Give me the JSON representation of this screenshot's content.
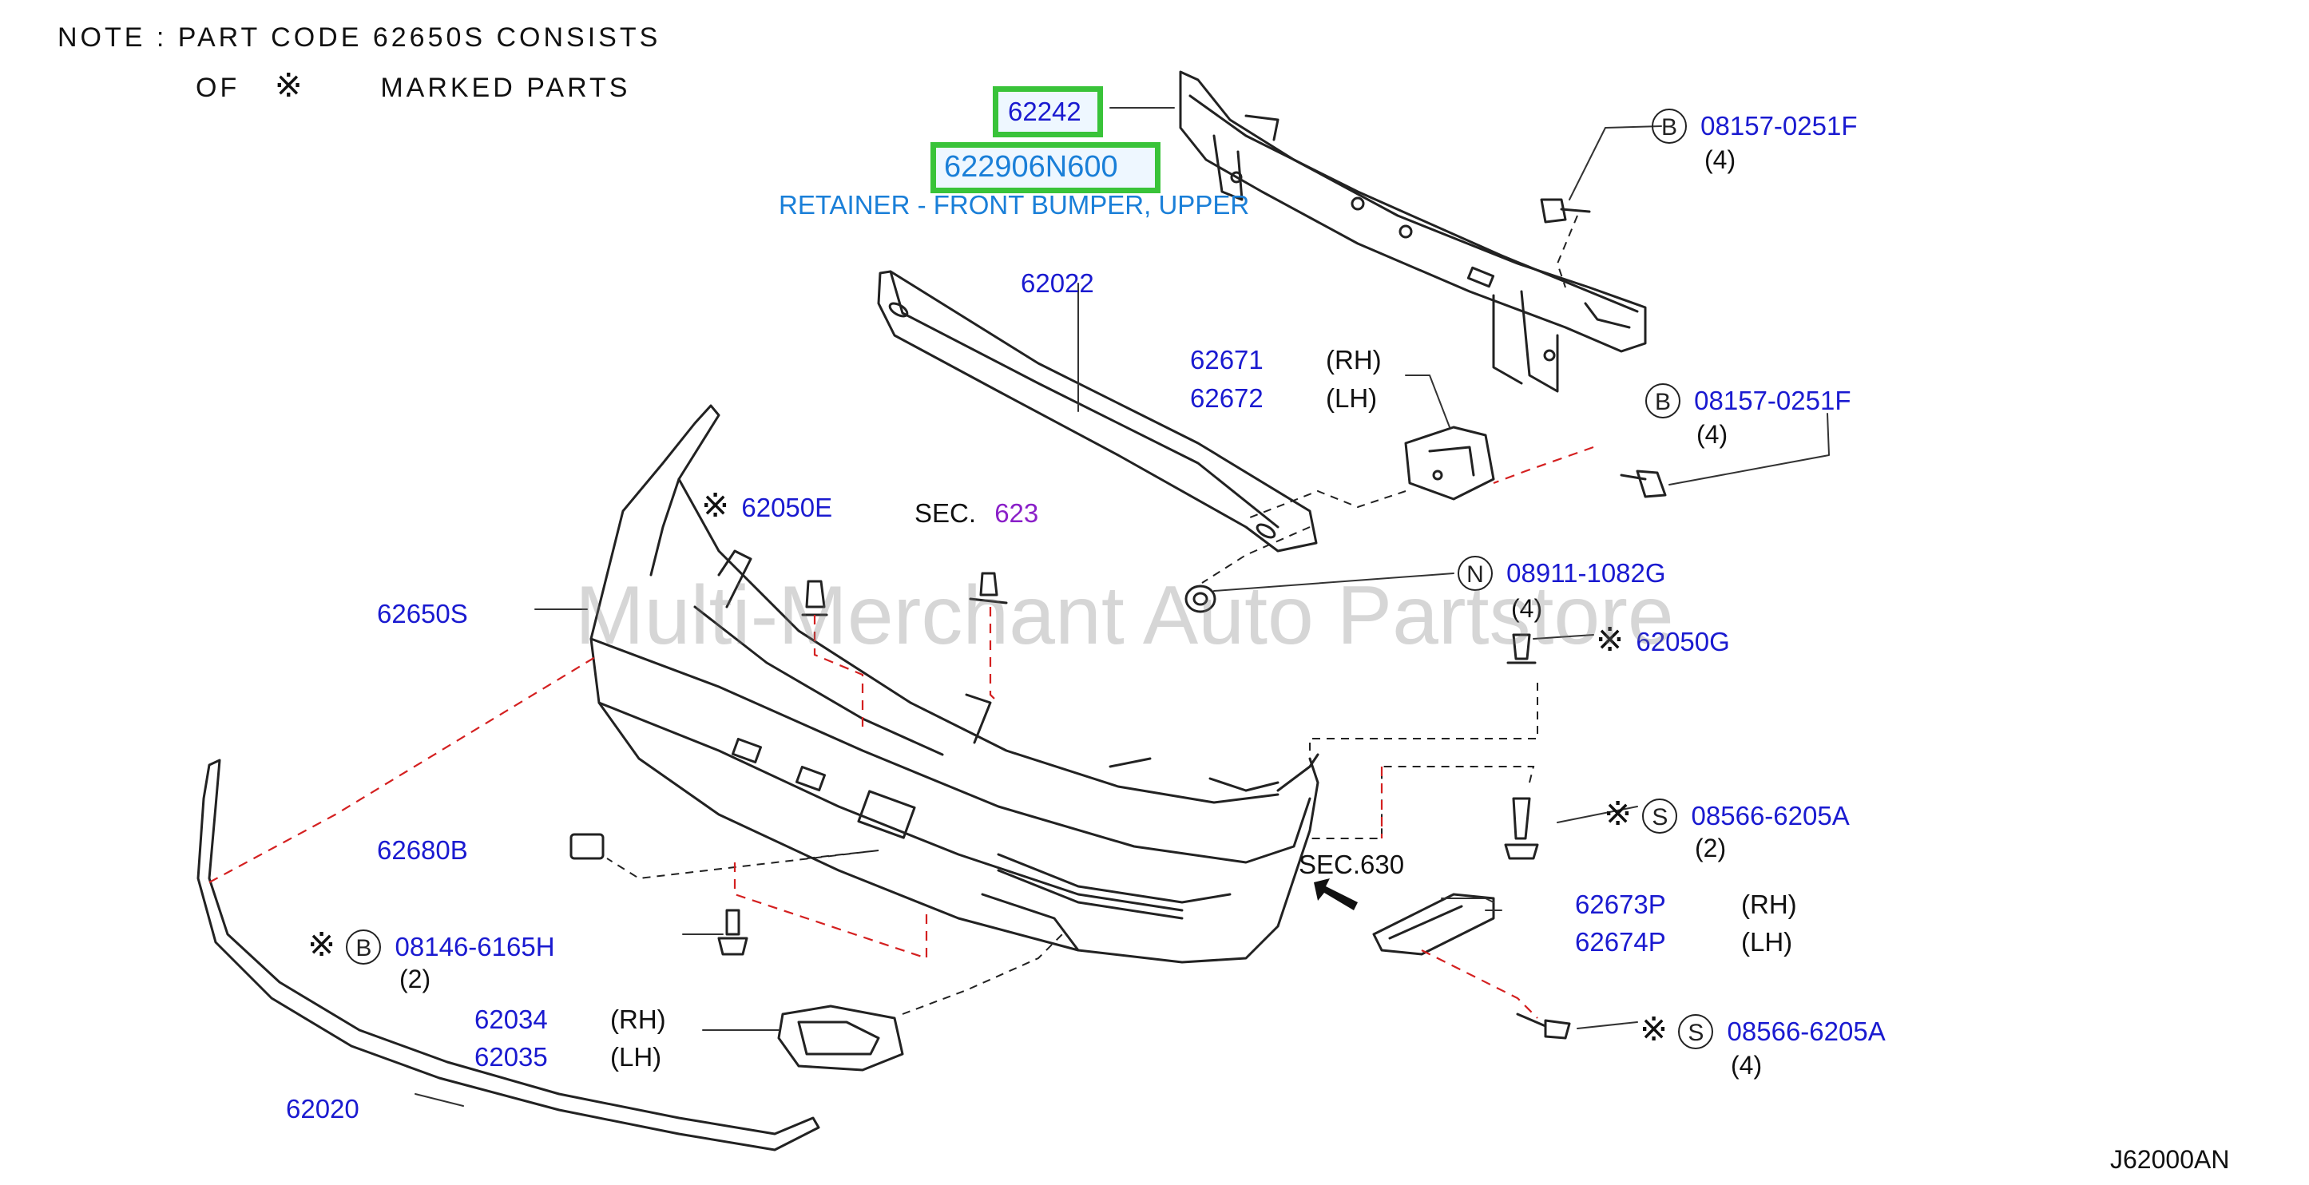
{
  "note": {
    "line1": "NOTE : PART CODE 62650S CONSISTS",
    "line2_prefix": "OF",
    "mark_symbol": "※",
    "line2_suffix": "MARKED PARTS"
  },
  "highlight": {
    "part_62242": "62242",
    "part_number": "622906N600",
    "description": "RETAINER - FRONT BUMPER, UPPER",
    "color": "#39c339"
  },
  "parts": {
    "p62022": "62022",
    "p62671": "62671",
    "p62672": "62672",
    "p62650E": "62050E",
    "p62650S": "62650S",
    "sec623_label": "SEC.",
    "sec623_num": "623",
    "p62050G": "62050G",
    "p62680B": "62680B",
    "sec630": "SEC.630",
    "p62673P": "62673P",
    "p62674P": "62674P",
    "p62034": "62034",
    "p62035": "62035",
    "p62020": "62020"
  },
  "fasteners": {
    "b1": {
      "circle": "B",
      "code": "08157-0251F",
      "qty": "(4)"
    },
    "b2": {
      "circle": "B",
      "code": "08157-0251F",
      "qty": "(4)"
    },
    "n1": {
      "circle": "N",
      "code": "08911-1082G",
      "qty": "(4)"
    },
    "s1": {
      "circle": "S",
      "code": "08566-6205A",
      "qty": "(2)"
    },
    "s2": {
      "circle": "S",
      "code": "08566-6205A",
      "qty": "(4)"
    },
    "b3": {
      "circle": "B",
      "code": "08146-6165H",
      "qty": "(2)"
    }
  },
  "sides": {
    "rh": "(RH)",
    "lh": "(LH)"
  },
  "watermark": "Multi-Merchant Auto Partstore",
  "diagram_code": "J62000AN",
  "colors": {
    "part_blue": "#1a1ad0",
    "sec_purple": "#8a1fc8",
    "desc_blue": "#1a7fd8",
    "dash_red": "#d42020"
  }
}
